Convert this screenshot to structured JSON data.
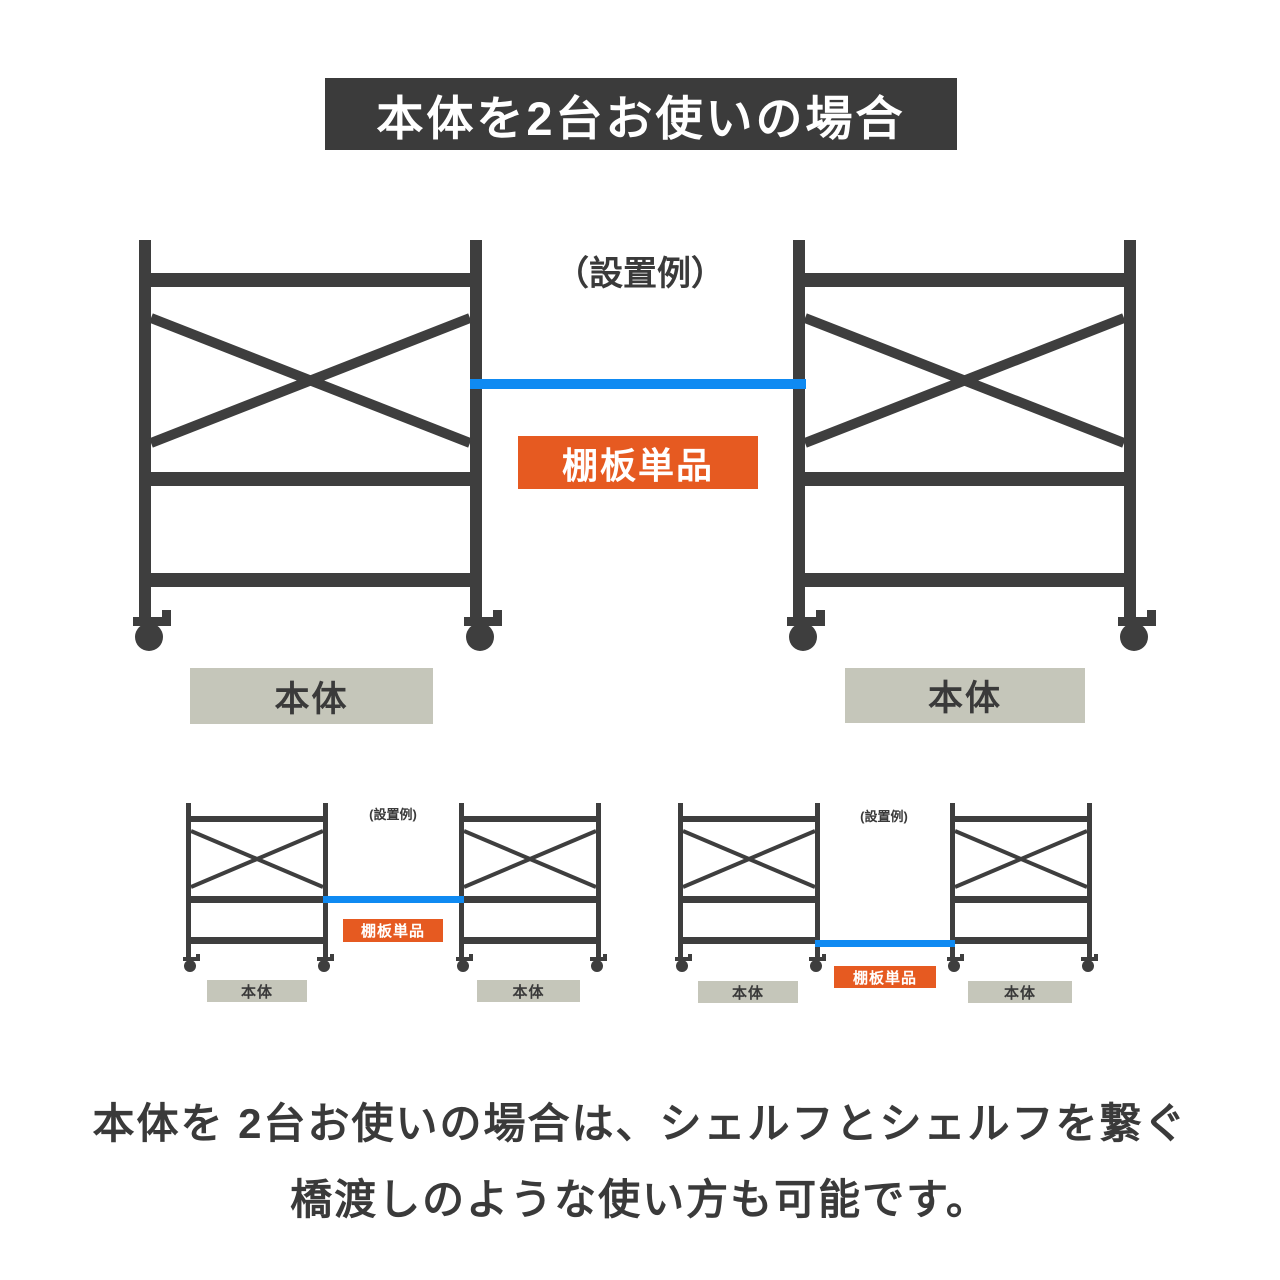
{
  "header": {
    "title": "本体を2台お使いの場合"
  },
  "main_diagram": {
    "example_note": "（設置例）",
    "shelf_board_label": "棚板単品",
    "unit_left_label": "本体",
    "unit_right_label": "本体"
  },
  "small_diagram_middle": {
    "example_note": "(設置例)",
    "shelf_board_label": "棚板単品",
    "unit_left_label": "本体",
    "unit_right_label": "本体"
  },
  "small_diagram_bottom": {
    "example_note": "(設置例)",
    "shelf_board_label": "棚板単品",
    "unit_left_label": "本体",
    "unit_right_label": "本体"
  },
  "caption": {
    "line1": "本体を 2台お使いの場合は、シェルフとシェルフを繋ぐ",
    "line2": "橋渡しのような使い方も可能です。"
  },
  "colors": {
    "frame": "#3E3E3E",
    "header_bg": "#3B3B3B",
    "accent_blue": "#0F8AF2",
    "accent_orange": "#E65A21",
    "label_bg": "#C5C6BA",
    "text": "#3A3A3A"
  }
}
